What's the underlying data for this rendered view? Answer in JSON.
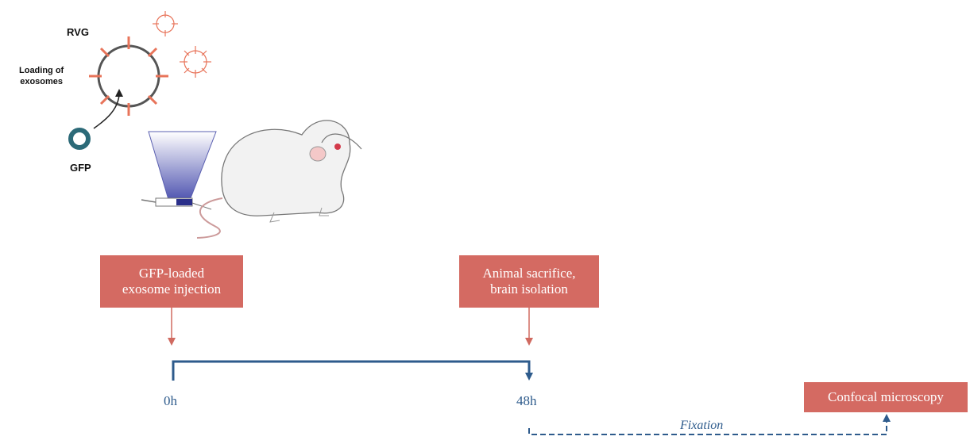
{
  "illustration": {
    "rvg_label": "RVG",
    "loading_label_line1": "Loading of",
    "loading_label_line2": "exosomes",
    "gfp_label": "GFP"
  },
  "steps": {
    "injection_line1": "GFP-loaded",
    "injection_line2": "exosome injection",
    "sacrifice_line1": "Animal sacrifice,",
    "sacrifice_line2": "brain isolation",
    "microscopy": "Confocal microscopy"
  },
  "timeline": {
    "start": "0h",
    "end": "48h",
    "fixation": "Fixation"
  },
  "colors": {
    "box": "#d46a62",
    "arrow_red": "#d06a60",
    "timeline": "#2e5b8c",
    "rvg_spike": "#e8745a",
    "text_blue": "#2e5b8c"
  }
}
